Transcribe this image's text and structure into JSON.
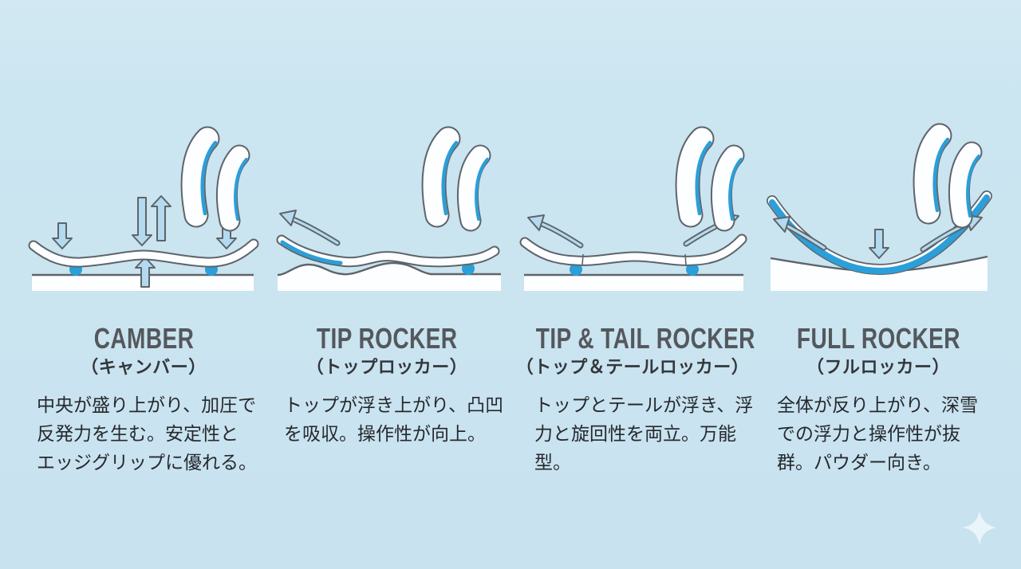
{
  "page": {
    "background_color": "#cbe5f1",
    "language": "ja"
  },
  "colors": {
    "accent_blue": "#2b9fd9",
    "arrow_fill": "#b3daee",
    "outline_gray": "#5e646a",
    "snow_white": "#fdfeff",
    "title_gray": "#54585d",
    "subtitle_dark": "#33373b",
    "body_dark": "#26292d",
    "sparkle_white": "#e9f5fb"
  },
  "icons": [
    "ski-tips-icon",
    "down-arrow-icon",
    "up-arrow-icon",
    "curved-arrow-icon",
    "contact-point-dot",
    "sparkle-icon"
  ],
  "columns": [
    {
      "id": "camber",
      "title": "CAMBER",
      "subtitle": "（キャンバー）",
      "description_lines": [
        "中央が盛り上がり、加圧で",
        "反発力を生む。安定性と",
        "エッジグリップに優れる。"
      ]
    },
    {
      "id": "tip-rocker",
      "title": "TIP ROCKER",
      "subtitle": "（トップロッカー）",
      "description_lines": [
        "トップが浮き上がり、凸凹",
        "を吸収。操作性が向上。",
        ""
      ]
    },
    {
      "id": "tip-tail-rocker",
      "title": "TIP & TAIL ROCKER",
      "subtitle": "（トップ＆テールロッカー）",
      "description_lines": [
        "トップとテールが浮き、浮",
        "力と旋回性を両立。万能",
        "型。"
      ]
    },
    {
      "id": "full-rocker",
      "title": "FULL ROCKER",
      "subtitle": "（フルロッカー）",
      "description_lines": [
        "全体が反り上がり、深雪",
        "での浮力と操作性が抜",
        "群。パウダー向き。"
      ]
    }
  ]
}
